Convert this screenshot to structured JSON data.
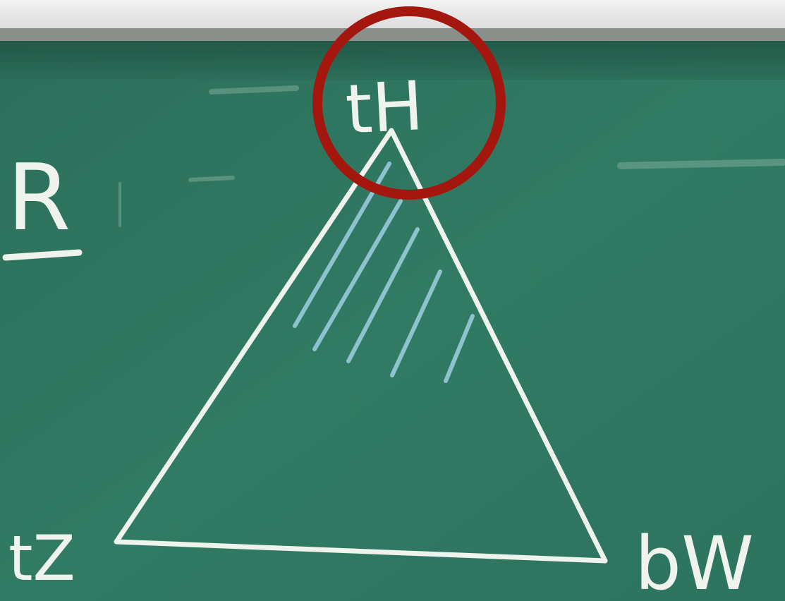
{
  "board": {
    "colors": {
      "chalkboard": "#2f7560",
      "chalk": "#eef3ee",
      "hatch": "#8fc2cf",
      "highlight_circle": "#a3170f",
      "wall": "#eeeeee"
    }
  },
  "labels": {
    "apex": "tH",
    "left_vertex": "tZ",
    "right_vertex": "bW",
    "left_edge": "R"
  },
  "hatching": {
    "stroke_count": 5
  },
  "highlight": {
    "shape": "circle",
    "target": "apex"
  }
}
